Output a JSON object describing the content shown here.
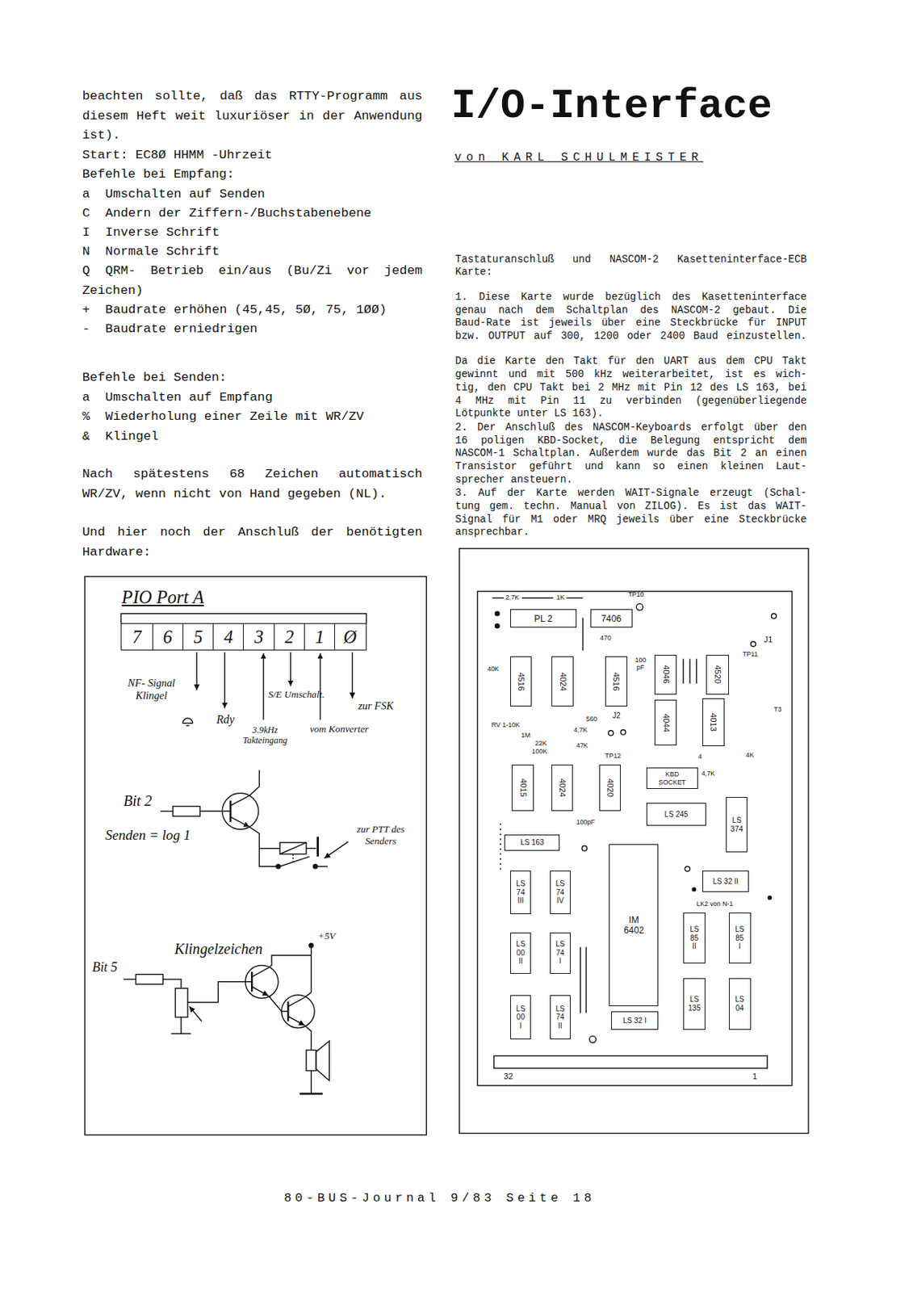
{
  "diagram": {
    "title": "I/O-Interface",
    "nodes": [
      {
        "text": [
          "PIO Port A"
        ]
      },
      {
        "text": [
          "7"
        ],
        "in": 0
      },
      {
        "text": [
          "6"
        ],
        "in": 0
      },
      {
        "text": [
          "5"
        ],
        "in": 0
      },
      {
        "text": [
          "4"
        ],
        "in": 0
      },
      {
        "text": [
          "3"
        ],
        "in": 0
      },
      {
        "text": [
          "2"
        ],
        "in": 0
      },
      {
        "text": [
          "1"
        ],
        "in": 0
      },
      {
        "text": [
          "Ø"
        ],
        "in": 0
      },
      {
        "text": [
          "PL 2"
        ]
      },
      {
        "text": [
          "7406"
        ]
      },
      {
        "text": [
          "4516"
        ]
      },
      {
        "text": [
          "4024"
        ]
      },
      {
        "text": [
          "4516"
        ]
      },
      {
        "text": [
          "4046"
        ]
      },
      {
        "text": [
          "4520"
        ]
      },
      {
        "text": [
          "4044"
        ]
      },
      {
        "text": [
          "4013"
        ]
      },
      {
        "text": [
          "4015"
        ]
      },
      {
        "text": [
          "4024"
        ]
      },
      {
        "text": [
          "4020"
        ]
      },
      {
        "text": [
          "KBD SOCKET"
        ]
      },
      {
        "text": [
          "LS 245"
        ]
      },
      {
        "text": [
          "LS 374"
        ]
      },
      {
        "text": [
          "LS 163"
        ]
      },
      {
        "text": [
          "IM 6402"
        ]
      },
      {
        "text": [
          "LS 32 II"
        ]
      },
      {
        "text": [
          "LS 74 III"
        ]
      },
      {
        "text": [
          "LS 74 IV"
        ]
      },
      {
        "text": [
          "LS 00 II"
        ]
      },
      {
        "text": [
          "LS 74 I"
        ]
      },
      {
        "text": [
          "LS 85 II"
        ]
      },
      {
        "text": [
          "LS 85 I"
        ]
      },
      {
        "text": [
          "LS 135"
        ]
      },
      {
        "text": [
          "LS 04"
        ]
      },
      {
        "text": [
          "LS 00 I"
        ]
      },
      {
        "text": [
          "LS 74 II"
        ]
      },
      {
        "text": [
          "LS 32 I"
        ]
      }
    ],
    "labels": [
      "beachten sollte, daß das RTTY-Programm aus",
      "diesem Heft weit luxuriöser in der Anwendung",
      "ist).",
      "Start: EC8Ø HHMM -Uhrzeit",
      "Befehle bei Empfang:",
      "a",
      "Umschalten auf Senden",
      "C",
      "Andern der Ziffern-/Buchstabenebene",
      "I",
      "Inverse Schrift",
      "N",
      "Normale Schrift",
      "Q",
      "QRM- Betrieb ein/aus (Bu/Zi vor jedem",
      "Zeichen)",
      "+",
      "Baudrate erhöhen (45,45, 5Ø, 75, 1ØØ)",
      "-",
      "Baudrate erniedrigen",
      "Befehle bei Senden:",
      "a",
      "Umschalten auf Empfang",
      "%",
      "Wiederholung einer Zeile mit WR/ZV",
      "&",
      "Klingel",
      "Nach spätestens 68 Zeichen automatisch",
      "WR/ZV, wenn nicht von Hand gegeben (NL).",
      "Und hier noch der Anschluß der benötigten",
      "Hardware:",
      "von KARL SCHULMEISTER",
      "Tastaturanschluß und NASCOM-2 Kasetteninterface-ECB",
      "Karte:",
      "1. Diese Karte wurde bezüglich des Kasetteninterface",
      "genau nach dem Schaltplan des NASCOM-2 gebaut. Die",
      "Baud-Rate ist jeweils über eine Steckbrücke für INPUT",
      "bzw. OUTPUT auf 300, 1200 oder 2400 Baud einzustellen.",
      "Da die Karte den Takt für den UART aus dem CPU Takt",
      "gewinnt und mit 500 kHz weiterarbeitet, ist es wich-",
      "tig, den CPU Takt bei 2 MHz mit Pin 12 des LS 163, bei",
      "4 MHz mit Pin 11 zu verbinden (gegenüberliegende",
      "Lötpunkte unter LS 163).",
      "2. Der Anschluß des NASCOM-Keyboards erfolgt über den",
      "16 poligen KBD-Socket, die Belegung entspricht dem",
      "NASCOM-1 Schaltplan. Außerdem wurde das Bit 2 an einen",
      "Transistor geführt und kann so einen kleinen Laut-",
      "sprecher ansteuern.",
      "3. Auf der Karte werden WAIT-Signale erzeugt (Schal-",
      "tung gem. techn. Manual von ZILOG). Es ist das WAIT-",
      "Signal für M1 oder MRQ jeweils über eine Steckbrücke",
      "ansprechbar.",
      "NF- Signal Klingel",
      "Rdy",
      "S/E Umschalt.",
      "3.9kHz Takteingang",
      "vom Konverter",
      "zur FSK",
      "Bit 2",
      "Senden = log 1",
      "zur PTT des Senders",
      "Klingelzeichen",
      "Bit 5",
      "+5V",
      "2,7K",
      "1K",
      "TP10",
      "470",
      "40K",
      "100 pF",
      "J1",
      "TP11",
      "RV 1-10K",
      "560",
      "4,7K",
      "1M",
      "22K",
      "100K",
      "47K",
      "J2",
      "TP12",
      "4",
      "4K",
      "4,7K",
      "T3",
      "100pF",
      "LK2 von N-1",
      "32",
      "1",
      "80-BUS-Journal 9/83 Seite 18"
    ]
  }
}
